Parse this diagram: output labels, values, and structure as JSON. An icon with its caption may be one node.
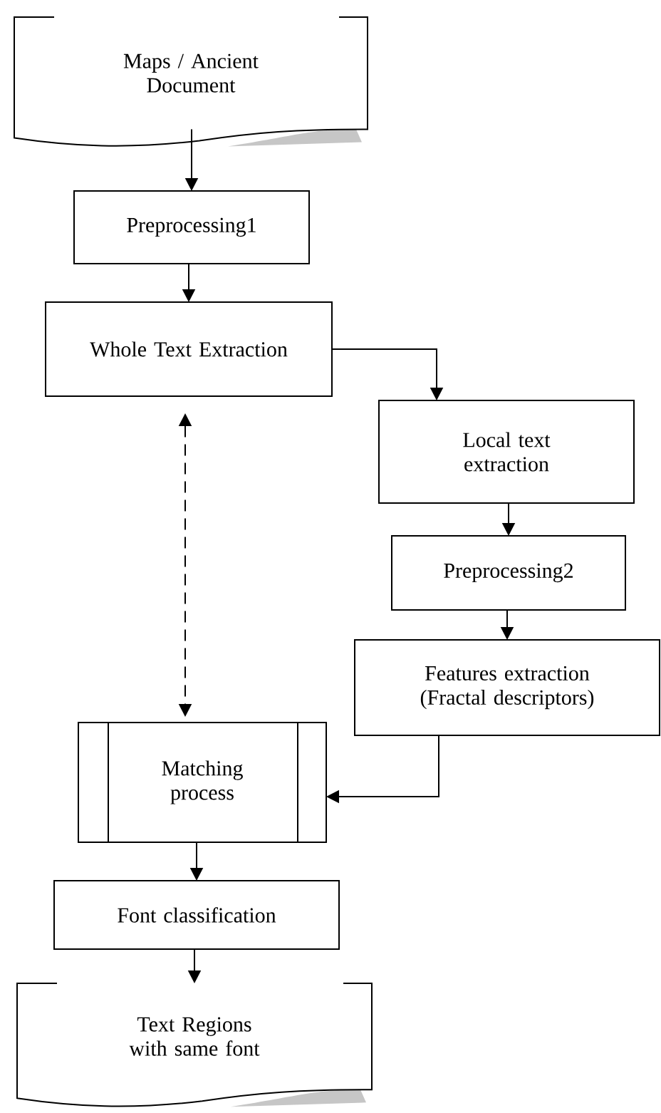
{
  "diagram": {
    "nodes": [
      {
        "text": [
          "Maps / Ancient Document"
        ]
      },
      {
        "text": [
          "Preprocessing1"
        ]
      },
      {
        "text": [
          "Whole Text Extraction"
        ]
      },
      {
        "text": [
          "Local text extraction"
        ]
      },
      {
        "text": [
          "Preprocessing2"
        ]
      },
      {
        "text": [
          "Features extraction (Fractal descriptors)"
        ]
      },
      {
        "text": [
          "Matching process"
        ]
      },
      {
        "text": [
          "Font classification"
        ]
      },
      {
        "text": [
          "Text Regions with same font"
        ]
      }
    ],
    "edges": [
      {
        "from": 0,
        "to": 1,
        "arrow": "to"
      },
      {
        "from": 1,
        "to": 2,
        "arrow": "to"
      },
      {
        "from": 2,
        "to": 3,
        "arrow": "to"
      },
      {
        "from": 3,
        "to": 4,
        "arrow": "to"
      },
      {
        "from": 4,
        "to": 5,
        "arrow": "to"
      },
      {
        "from": 2,
        "to": 6,
        "arrow": "both",
        "style": "dashed"
      },
      {
        "from": 5,
        "to": 6,
        "arrow": "to"
      },
      {
        "from": 6,
        "to": 7,
        "arrow": "to"
      },
      {
        "from": 7,
        "to": 8,
        "arrow": "to"
      }
    ]
  }
}
